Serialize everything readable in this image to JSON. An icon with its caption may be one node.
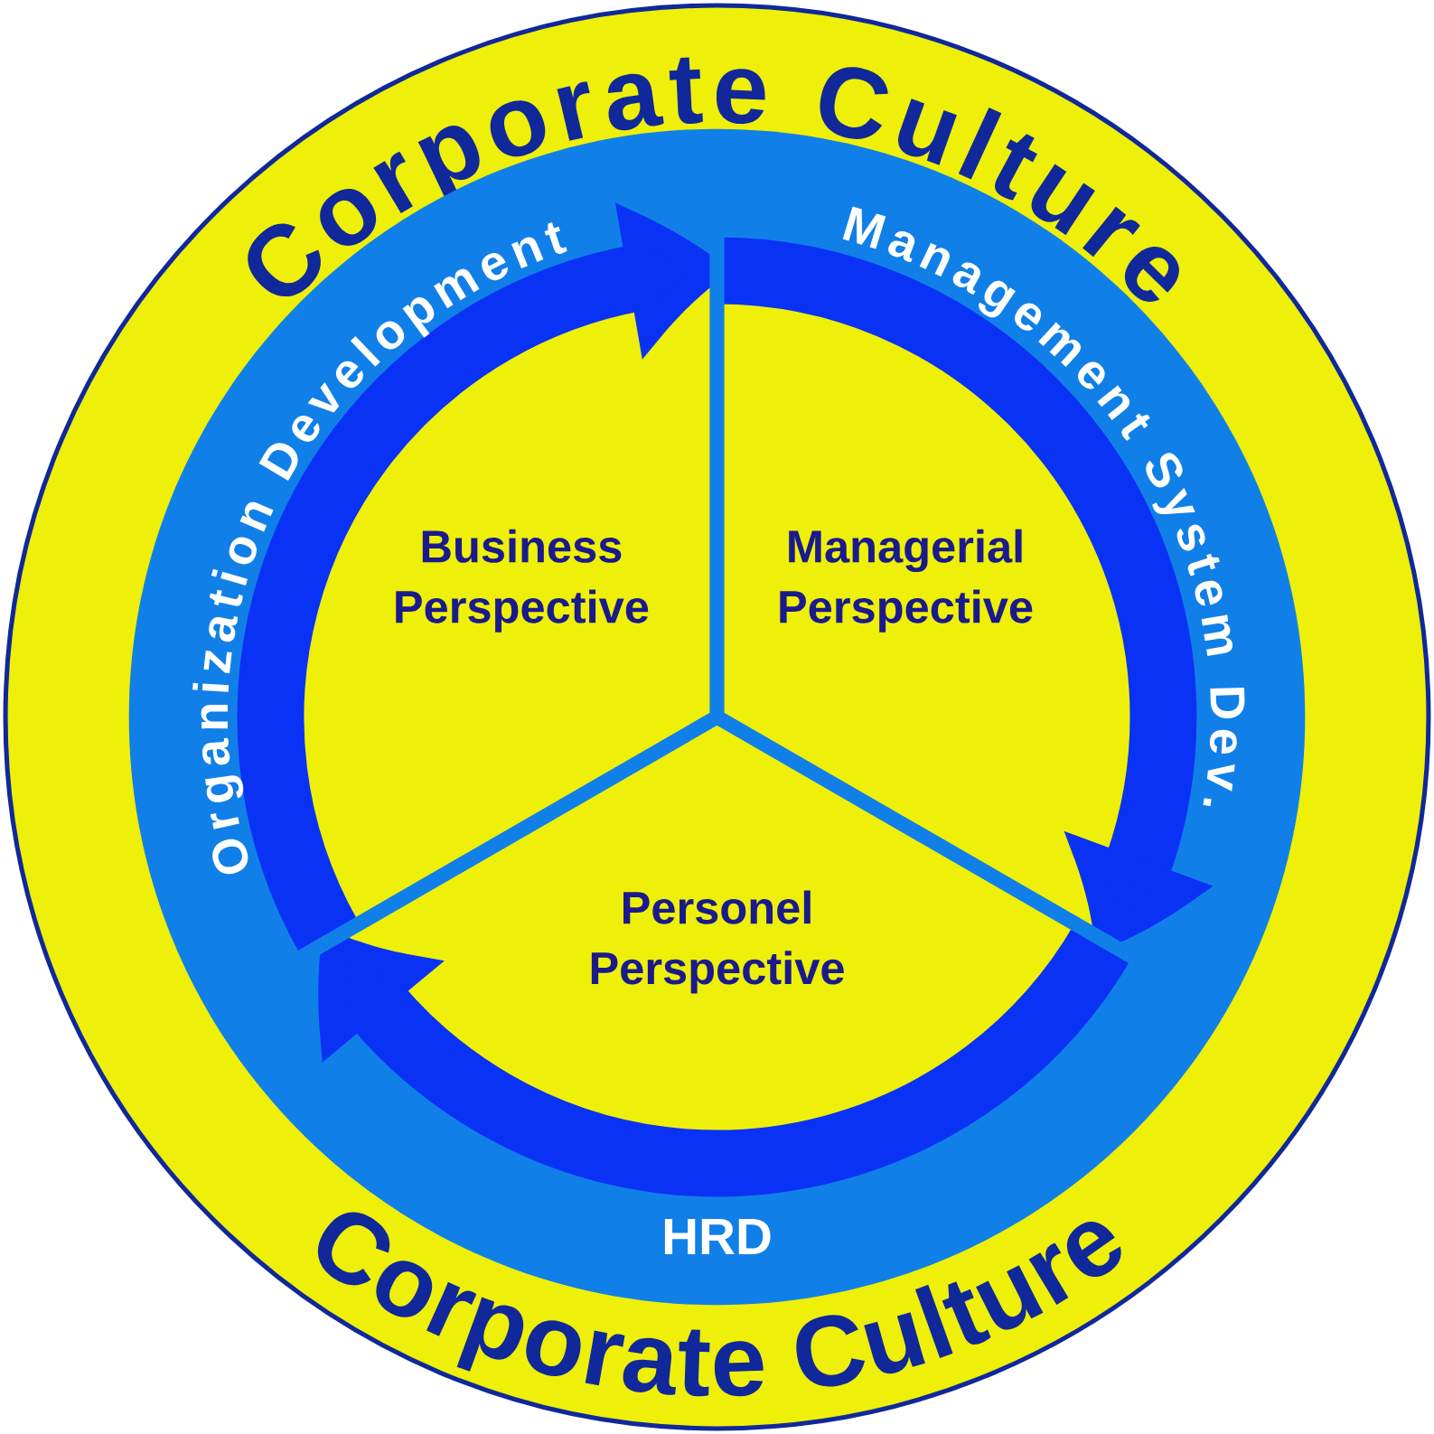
{
  "diagram": {
    "nodes": [
      {
        "text": [
          "Corporate Culture",
          "Corporate Culture"
        ]
      },
      {
        "text": [
          "Business Perspective"
        ],
        "in": 0
      },
      {
        "text": [
          "Managerial Perspective"
        ],
        "in": 0
      },
      {
        "text": [
          "Personel Perspective"
        ],
        "in": 0
      }
    ],
    "edges": [
      {
        "from": 1,
        "to": 2,
        "arrow": "to",
        "label": "Organization Development"
      },
      {
        "from": 2,
        "to": 3,
        "arrow": "to",
        "label": "Management System Dev."
      },
      {
        "from": 3,
        "to": 1,
        "arrow": "to",
        "label": "HRD"
      }
    ]
  }
}
